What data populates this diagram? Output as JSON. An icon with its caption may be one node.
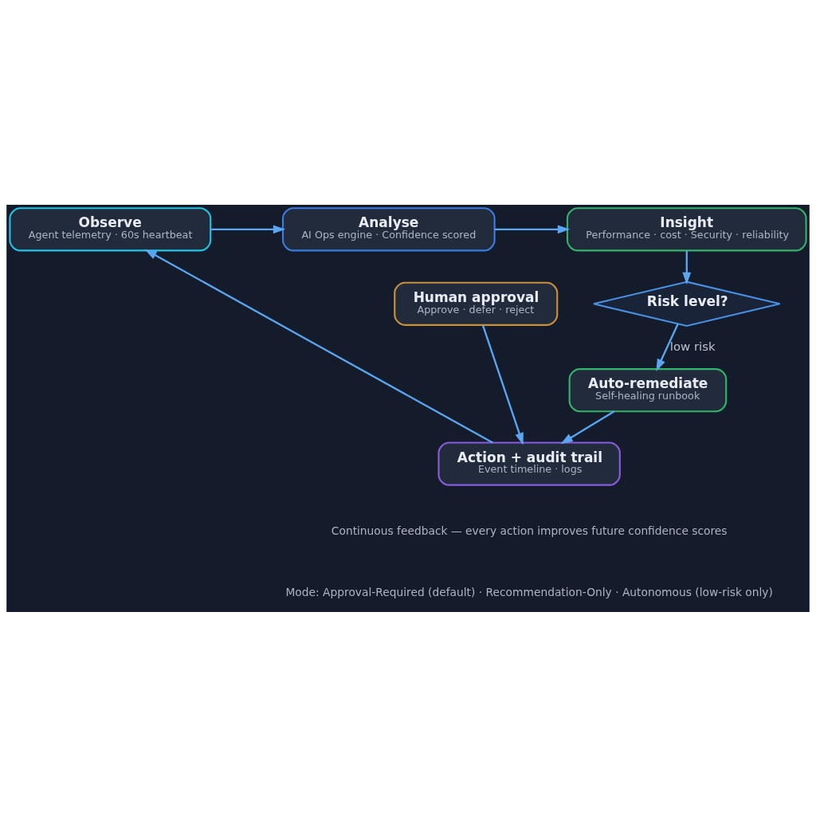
{
  "diagram": {
    "nodes": [
      {
        "text": [
          "Observe",
          "Agent telemetry · 60s heartbeat"
        ]
      },
      {
        "text": [
          "Analyse",
          "AI Ops engine · Confidence scored"
        ]
      },
      {
        "text": [
          "Insight",
          "Performance · cost · Security · reliability"
        ]
      },
      {
        "text": [
          "Risk level?"
        ]
      },
      {
        "text": [
          "Human approval",
          "Approve · defer · reject"
        ]
      },
      {
        "text": [
          "Auto-remediate",
          "Self-healing runbook"
        ]
      },
      {
        "text": [
          "Action + audit trail",
          "Event timeline · logs"
        ]
      }
    ],
    "edges": [
      {
        "from": 0,
        "to": 1,
        "arrow": "to"
      },
      {
        "from": 1,
        "to": 2,
        "arrow": "to"
      },
      {
        "from": 2,
        "to": 3,
        "arrow": "to"
      },
      {
        "from": 3,
        "to": 5,
        "arrow": "to",
        "label": "low risk"
      },
      {
        "from": 5,
        "to": 6,
        "arrow": "to"
      },
      {
        "from": 4,
        "to": 6,
        "arrow": "to"
      },
      {
        "from": 6,
        "to": 0,
        "arrow": "to"
      }
    ],
    "labels": [
      "Continuous feedback — every action improves future confidence scores",
      "Mode: Approval-Required (default) · Recommendation-Only · Autonomous (low-risk only)"
    ]
  }
}
